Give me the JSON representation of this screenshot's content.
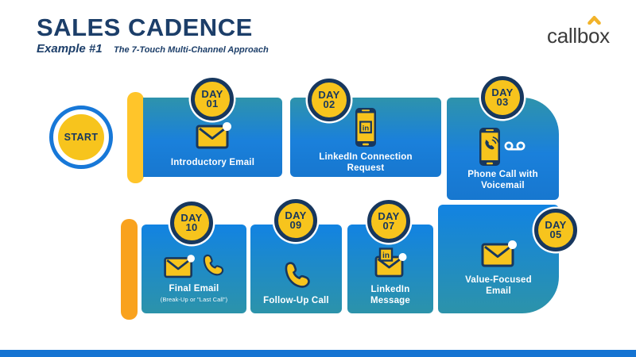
{
  "header": {
    "title": "SALES CADENCE",
    "example_label": "Example #1",
    "subtitle": "The 7-Touch Multi-Channel Approach"
  },
  "logo": {
    "text_pre": "callb",
    "text_o": "o",
    "text_post": "x"
  },
  "start_label": "START",
  "icons": {
    "linkedin_text": "in"
  },
  "steps": [
    {
      "day_word": "DAY",
      "day_num": "01",
      "label": "Introductory Email",
      "icon": "email-with-dot"
    },
    {
      "day_word": "DAY",
      "day_num": "02",
      "label": "LinkedIn Connection Request",
      "icon": "smartphone-linkedin"
    },
    {
      "day_word": "DAY",
      "day_num": "03",
      "label": "Phone Call with Voicemail",
      "icon": "smartphone-call-voicemail"
    },
    {
      "day_word": "DAY",
      "day_num": "05",
      "label": "Value-Focused Email",
      "icon": "email-with-dot"
    },
    {
      "day_word": "DAY",
      "day_num": "07",
      "label": "LinkedIn Message",
      "icon": "email-linkedin"
    },
    {
      "day_word": "DAY",
      "day_num": "09",
      "label": "Follow-Up Call",
      "icon": "phone-handset"
    },
    {
      "day_word": "DAY",
      "day_num": "10",
      "label": "Final Email",
      "sublabel": "(Break-Up or \"Last Call\")",
      "icon": "email-and-phone"
    }
  ],
  "colors": {
    "navy": "#17375E",
    "title_navy": "#1C3E69",
    "card_blue": "#1680DE",
    "card_teal": "#2E93AC",
    "yellow": "#F7C41D",
    "yellow_bar": "#FFC52A",
    "orange_bar": "#F9A21E",
    "ring_blue": "#1778D8",
    "logo_gray": "#3B3B3B",
    "logo_caret": "#F2B32A",
    "footer_blue": "#1574D2"
  }
}
